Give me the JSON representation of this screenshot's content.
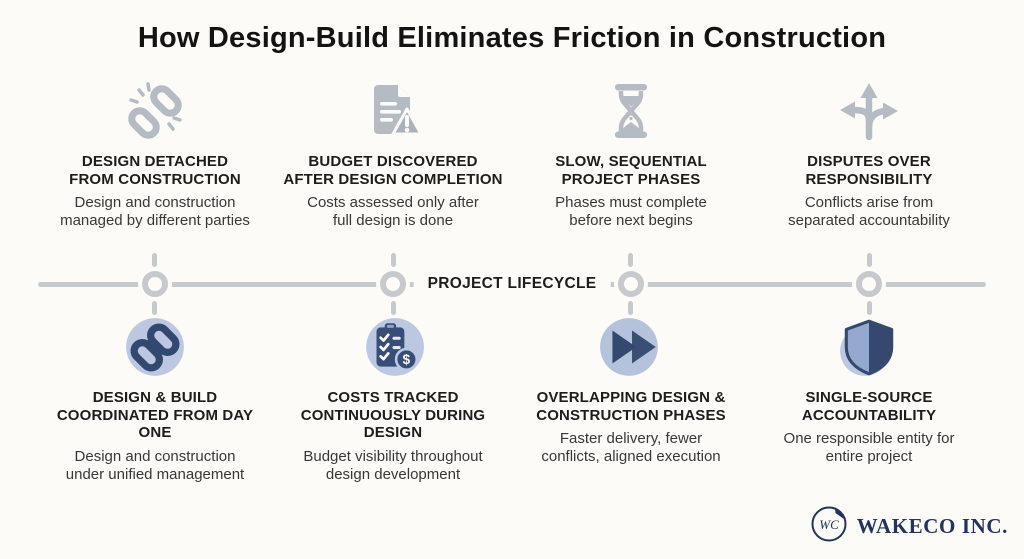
{
  "title": "How Design-Build Eliminates Friction in Construction",
  "timeline": {
    "label": "PROJECT LIFECYCLE"
  },
  "problems": [
    {
      "icon": "broken-chain-icon",
      "heading": "DESIGN DETACHED\nFROM CONSTRUCTION",
      "body": "Design and construction\nmanaged by different parties"
    },
    {
      "icon": "document-warning-icon",
      "heading": "BUDGET DISCOVERED\nAFTER DESIGN COMPLETION",
      "body": "Costs assessed only after\nfull design is done"
    },
    {
      "icon": "hourglass-icon",
      "heading": "SLOW, SEQUENTIAL\nPROJECT PHASES",
      "body": "Phases must complete\nbefore next begins"
    },
    {
      "icon": "branching-arrows-icon",
      "heading": "DISPUTES OVER\nRESPONSIBILITY",
      "body": "Conflicts arise from\nseparated accountability"
    }
  ],
  "solutions": [
    {
      "icon": "linked-chain-icon",
      "heading": "DESIGN & BUILD\nCOORDINATED FROM DAY ONE",
      "body": "Design and construction\nunder unified management"
    },
    {
      "icon": "clipboard-dollar-icon",
      "heading": "COSTS TRACKED\nCONTINUOUSLY DURING DESIGN",
      "body": "Budget visibility throughout\ndesign development"
    },
    {
      "icon": "fast-forward-icon",
      "heading": "OVERLAPPING DESIGN &\nCONSTRUCTION PHASES",
      "body": "Faster delivery, fewer\nconflicts, aligned execution"
    },
    {
      "icon": "shield-icon",
      "heading": "SINGLE-SOURCE\nACCOUNTABILITY",
      "body": "One responsible entity for\nentire project"
    }
  ],
  "logo": {
    "monogram": "WC",
    "company": "WAKECO INC."
  },
  "colors": {
    "background": "#fcfbf7",
    "icon_gray": "#b5bbc3",
    "icon_gray_dark": "#aab1b9",
    "timeline_gray": "#c6cacd",
    "accent_navy": "#35496f",
    "icon_bg_blue": "#bcc8e1",
    "shield_light_blue": "#93a9cd",
    "logo_navy": "#24335d",
    "heading_text": "#1d1d1d",
    "body_text": "#383838"
  }
}
